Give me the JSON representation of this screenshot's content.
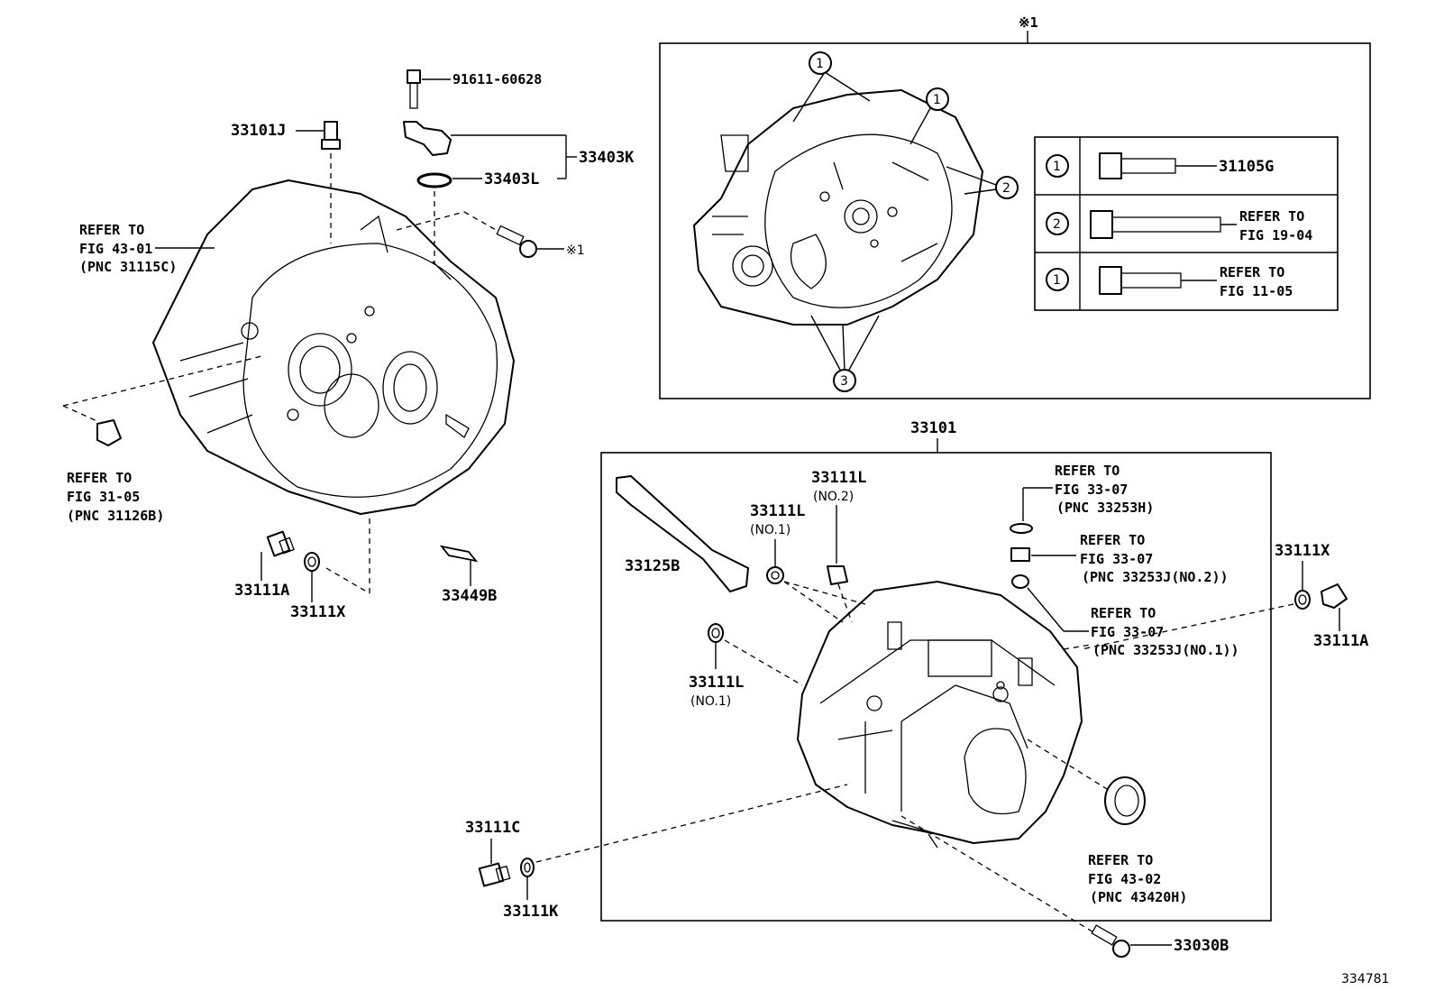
{
  "marks": {
    "asterisk_note": "※1"
  },
  "parts": {
    "p91611": "91611-60628",
    "p33101J": "33101J",
    "p33403K": "33403K",
    "p33403L": "33403L",
    "p33111A_left": "33111A",
    "p33111X_left": "33111X",
    "p33449B": "33449B",
    "p33101": "33101",
    "p33125B": "33125B",
    "p33111L_a": "33111L",
    "p33111L_b": "33111L",
    "p33111L_c": "33111L",
    "p33111X_right": "33111X",
    "p33111A_right": "33111A",
    "p33111C": "33111C",
    "p33111K": "33111K",
    "p33030B": "33030B",
    "p31105G": "31105G"
  },
  "qualifiers": {
    "no2": "(NO.2)",
    "no1_a": "(NO.1)",
    "no1_b": "(NO.1)"
  },
  "refs": {
    "r4301": [
      "REFER TO",
      "FIG 43-01",
      "(PNC 31115C)"
    ],
    "r3105": [
      "REFER TO",
      "FIG 31-05",
      "(PNC 31126B)"
    ],
    "r3307a": [
      "REFER TO",
      "FIG 33-07",
      "(PNC 33253H)"
    ],
    "r3307b": [
      "REFER TO",
      "FIG 33-07",
      "(PNC 33253J(NO.2))"
    ],
    "r3307c": [
      "REFER TO",
      "FIG 33-07",
      "(PNC 33253J(NO.1))"
    ],
    "r4302": [
      "REFER TO",
      "FIG 43-02",
      "(PNC 43420H)"
    ],
    "r1904": [
      "REFER TO",
      "FIG 19-04"
    ],
    "r1105": [
      "REFER TO",
      "FIG 11-05"
    ]
  },
  "callouts": {
    "c1": "1",
    "c2": "2",
    "c3": "3"
  },
  "legend": {
    "rows": [
      {
        "marker": "1",
        "ref": "31105G"
      },
      {
        "marker": "2",
        "ref": "REFER TO FIG 19-04"
      },
      {
        "marker": "1",
        "ref": "REFER TO FIG 11-05"
      }
    ]
  },
  "figure_id": "334781"
}
